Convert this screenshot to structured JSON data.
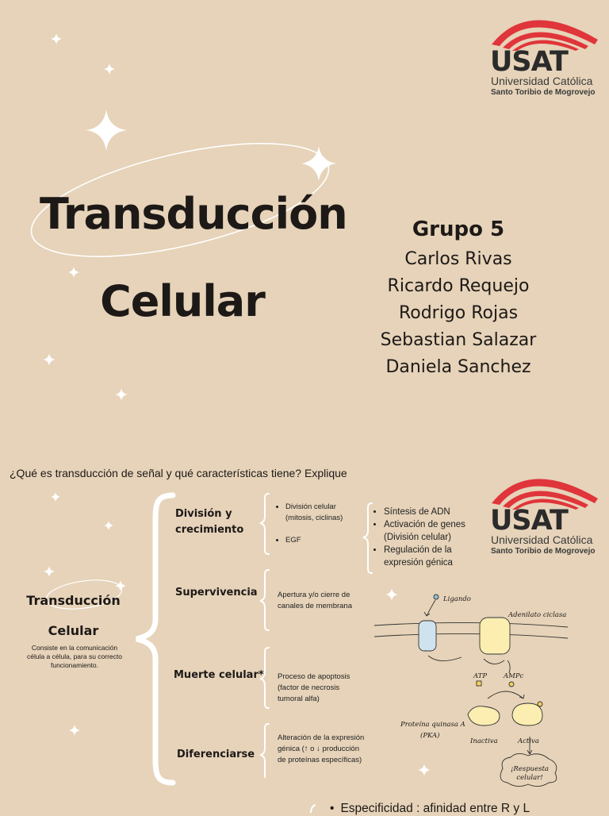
{
  "slide1": {
    "title_line1": "Transducción",
    "title_line2": "Celular",
    "group_title": "Grupo 5",
    "members": [
      "Carlos Rivas",
      "Ricardo Requejo",
      "Rodrigo Rojas",
      "Sebastian Salazar",
      "Daniela Sanchez"
    ]
  },
  "logo": {
    "name": "USAT",
    "line1": "Universidad Católica",
    "line2": "Santo Toribio de Mogrovejo",
    "colors": {
      "arc": "#e0353b",
      "text": "#2b2b2b"
    }
  },
  "slide2": {
    "question": "¿Qué es transducción de señal y qué características tiene? Explique",
    "center_title_line1": "Transducción",
    "center_title_line2": "Celular",
    "center_desc": "Consiste en la comunicación célula a célula, para su correcto funcionamiento.",
    "branches": [
      {
        "label_line1": "División y",
        "label_line2": "crecimiento"
      },
      {
        "label_line1": "Supervivencia"
      },
      {
        "label_line1": "Muerte celular*"
      },
      {
        "label_line1": "Diferenciarse"
      }
    ],
    "division_items": [
      {
        "line1": "División celular",
        "line2": "(mitosis, ciclinas)"
      },
      {
        "line1": "EGF"
      }
    ],
    "division_sub_items": [
      {
        "line1": "Síntesis de ADN"
      },
      {
        "line1": "Activación de genes",
        "line2": "(División celular)"
      },
      {
        "line1": "Regulación de la",
        "line2": "expresión génica"
      }
    ],
    "survival_text_1": "Apertura y/o cierre de",
    "survival_text_2": "canales de membrana",
    "death_text_1": "Proceso de apoptosis",
    "death_text_2": "(factor de necrosis",
    "death_text_3": "tumoral alfa)",
    "diff_text_1": "Alteración de la expresión",
    "diff_text_2": "génica (↑ o ↓ producción",
    "diff_text_3": "de proteínas específicas)",
    "diagram": {
      "ligand": "Ligando",
      "enzyme": "Adenilato ciclasa",
      "atp": "ATP",
      "camp": "AMPc",
      "pka_1": "Proteína quinasa A",
      "pka_2": "(PKA)",
      "inactive": "Inactiva",
      "active": "Activa",
      "response_1": "¡Respuesta",
      "response_2": "celular!"
    },
    "bottom_bullet": "Especificidad : afinidad entre R y L"
  },
  "colors": {
    "background": "#e6d3b9",
    "text": "#1d1917",
    "accent_red": "#e0353b"
  }
}
